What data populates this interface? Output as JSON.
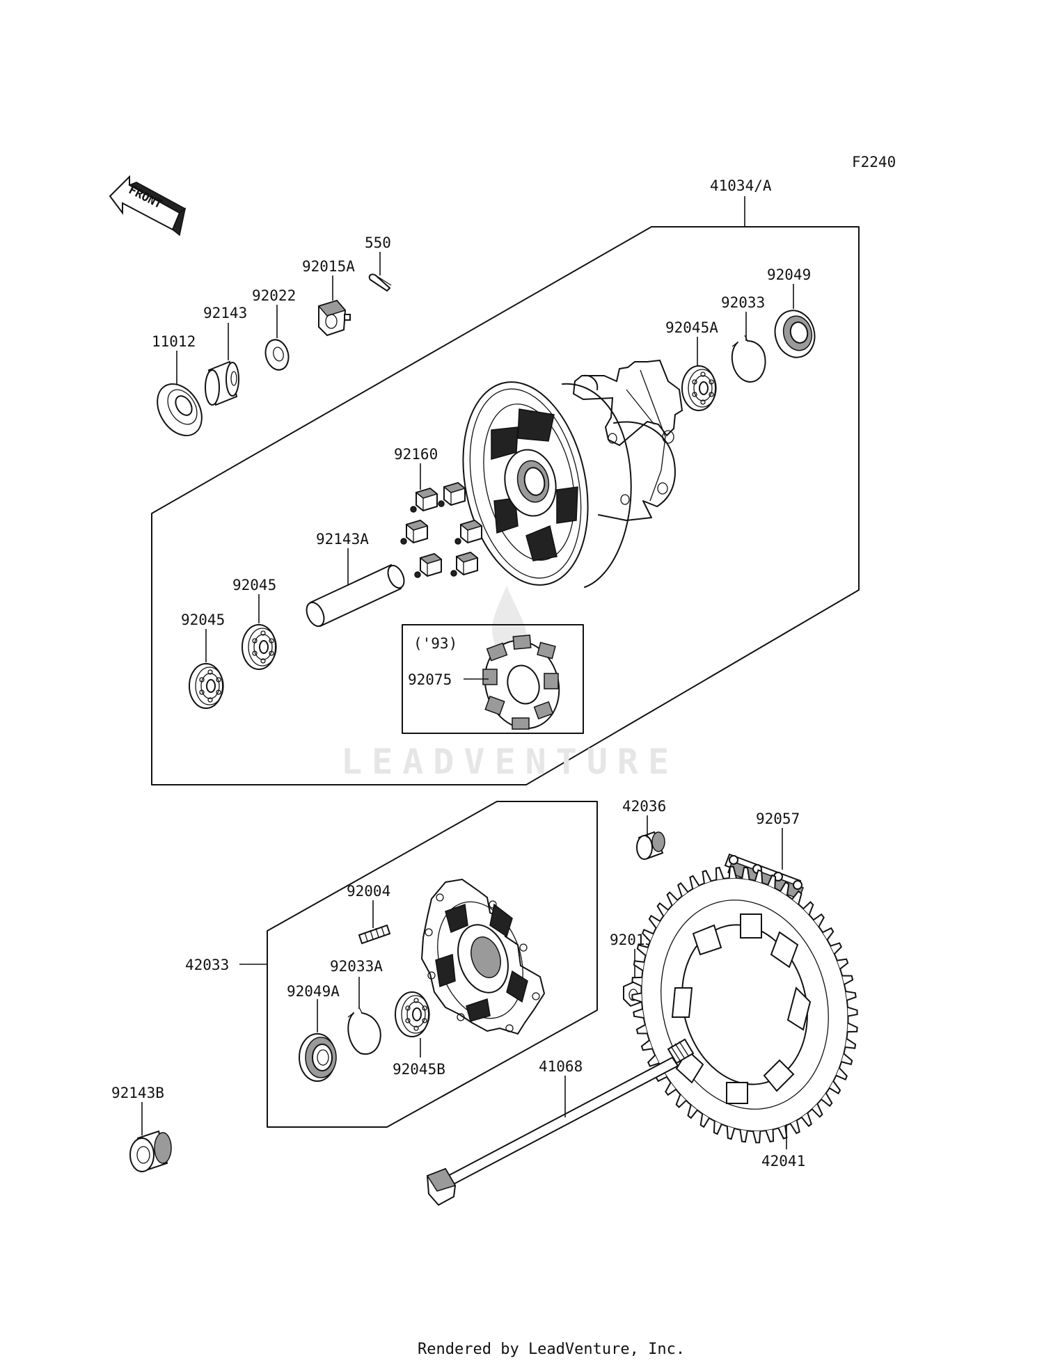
{
  "figure_code": "F2240",
  "front_arrow": "FRONT",
  "watermark": "LEADVENTURE",
  "footer": "Rendered by LeadVenture, Inc.",
  "inset_label": "('93)",
  "labels": {
    "p41034A": "41034/A",
    "p550": "550",
    "p92015A": "92015A",
    "p92022": "92022",
    "p92143": "92143",
    "p11012": "11012",
    "p92049": "92049",
    "p92033": "92033",
    "p92045A": "92045A",
    "p92160": "92160",
    "p92143A": "92143A",
    "p92045_upper": "92045",
    "p92045_lower": "92045",
    "p92075": "92075",
    "p42036": "42036",
    "p92057": "92057",
    "p92004": "92004",
    "p42033": "42033",
    "p92033A": "92033A",
    "p92049A": "92049A",
    "p92045B": "92045B",
    "p92015": "92015",
    "p41068": "41068",
    "p92143B": "92143B",
    "p42041": "42041"
  }
}
